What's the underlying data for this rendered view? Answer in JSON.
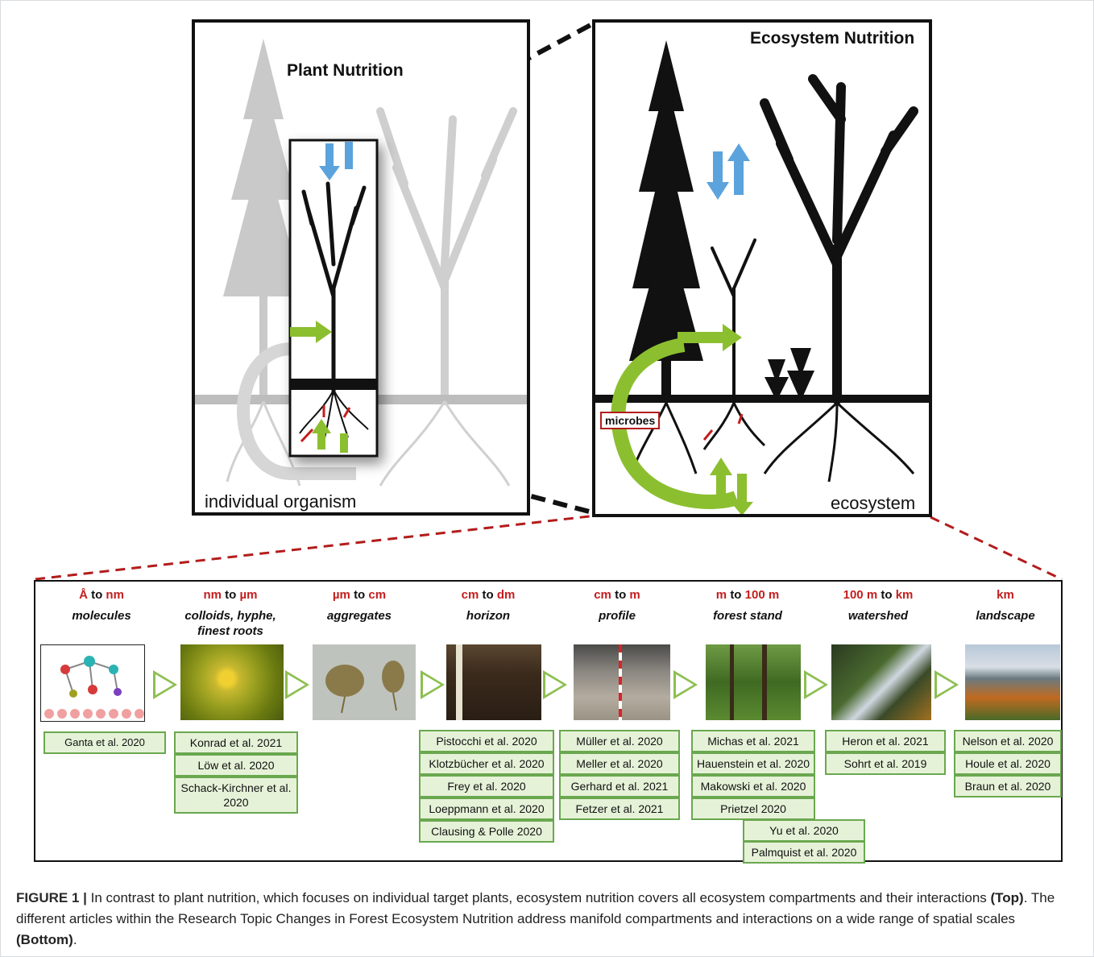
{
  "figure": {
    "panel_left": {
      "title": "Plant Nutrition",
      "label": "individual organism"
    },
    "panel_right": {
      "title": "Ecosystem Nutrition",
      "label": "ecosystem",
      "microbes_label": "microbes"
    },
    "colors": {
      "accent_red": "#c41e1e",
      "arrow_green": "#8cbf2f",
      "arrow_blue": "#5ba3dd",
      "ref_fill": "#e6f2d8",
      "ref_border": "#6aa84f"
    }
  },
  "scales": [
    {
      "from": "Å",
      "to_word": "to",
      "to": "nm",
      "desc": "molecules",
      "refs": [
        "Ganta et al. 2020"
      ],
      "thumb": "molecule-image"
    },
    {
      "from": "nm",
      "to_word": "to",
      "to": "µm",
      "desc": "colloids, hyphe, finest roots",
      "refs": [
        "Konrad et al. 2021",
        "Löw et al. 2020",
        "Schack-Kirchner et al. 2020"
      ],
      "thumb": "colloid-image"
    },
    {
      "from": "µm",
      "to_word": "to",
      "to": "cm",
      "desc": "aggregates",
      "refs": [],
      "thumb": "aggregate-image"
    },
    {
      "from": "cm",
      "to_word": "to",
      "to": "dm",
      "desc": "horizon",
      "refs": [
        "Pistocchi et al. 2020",
        "Klotzbücher et al. 2020",
        "Frey et al. 2020",
        "Loeppmann et al. 2020",
        "Clausing & Polle 2020"
      ],
      "thumb": "horizon-image"
    },
    {
      "from": "cm",
      "to_word": "to",
      "to": "m",
      "desc": "profile",
      "refs": [
        "Müller et al. 2020",
        "Meller et al. 2020",
        "Gerhard et al. 2021",
        "Fetzer et al. 2021"
      ],
      "thumb": "profile-image"
    },
    {
      "from": "m",
      "to_word": "to",
      "to": "100 m",
      "desc": "forest stand",
      "refs": [
        "Michas et al. 2021",
        "Hauenstein et al. 2020",
        "Makowski et al. 2020",
        "Prietzel 2020"
      ],
      "thumb": "forest-image"
    },
    {
      "from": "100 m",
      "to_word": "to",
      "to": "km",
      "desc": "watershed",
      "refs": [
        "Heron et al. 2021",
        "Sohrt et al. 2019"
      ],
      "thumb": "watershed-image"
    },
    {
      "from": "",
      "to_word": "",
      "to": "km",
      "desc": "landscape",
      "refs": [
        "Nelson et al. 2020",
        "Houle et al. 2020",
        "Braun et al. 2020"
      ],
      "thumb": "landscape-image"
    }
  ],
  "extra_refs": [
    "Yu et al. 2020",
    "Palmquist et al. 2020"
  ],
  "caption": {
    "fig_label": "FIGURE 1 |",
    "text1": " In contrast to plant nutrition, which focuses on individual target plants, ecosystem nutrition covers all ecosystem compartments and their interactions ",
    "top": "(Top)",
    "text2": ". The different articles within the Research Topic Changes in Forest Ecosystem Nutrition address manifold compartments and interactions on a wide range of spatial scales ",
    "bottom": "(Bottom)",
    "text3": "."
  }
}
